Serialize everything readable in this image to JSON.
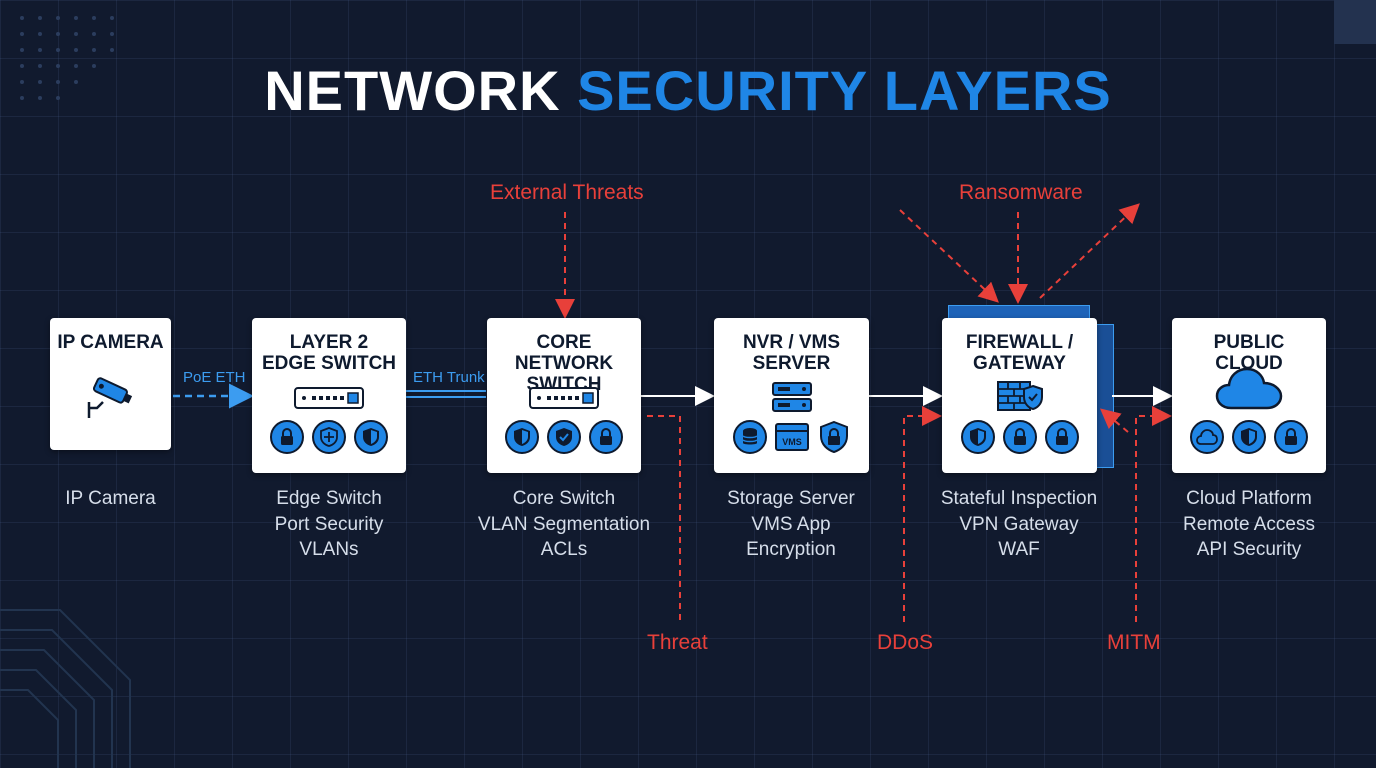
{
  "title": {
    "part1": "NETWORK",
    "part2": "SECURITY LAYERS"
  },
  "colors": {
    "background": "#111a2e",
    "accent": "#1f86e6",
    "threat": "#e8403a",
    "card": "#ffffff"
  },
  "nodes": [
    {
      "name": "IP CAMERA",
      "desc": [
        "IP Camera"
      ],
      "icon": "cctv-camera-icon",
      "small_icons": []
    },
    {
      "name": "LAYER 2\nEDGE SWITCH",
      "desc": [
        "Edge Switch",
        "Port Security",
        "VLANs"
      ],
      "icon": "switch-icon",
      "small_icons": [
        "lock-icon",
        "move-shield-icon",
        "shield-icon"
      ]
    },
    {
      "name": "CORE NETWORK\nSWITCH",
      "desc": [
        "Core Switch",
        "VLAN Segmentation",
        "ACLs"
      ],
      "icon": "switch-icon",
      "small_icons": [
        "shield-icon",
        "shield-check-icon",
        "lock-icon"
      ]
    },
    {
      "name": "NVR / VMS\nSERVER",
      "desc": [
        "Storage Server",
        "VMS App",
        "Encryption"
      ],
      "icon": "server-icon",
      "small_icons": [
        "database-icon",
        "vms-window-icon",
        "lock-shield-icon"
      ],
      "vms_text": "VMS"
    },
    {
      "name": "FIREWALL /\nGATEWAY",
      "desc": [
        "Stateful Inspection",
        "VPN Gateway",
        "WAF"
      ],
      "icon": "firewall-icon",
      "small_icons": [
        "shield-icon",
        "lock-icon",
        "lock-icon"
      ]
    },
    {
      "name": "PUBLIC CLOUD",
      "desc": [
        "Cloud Platform",
        "Remote Access",
        "API Security"
      ],
      "icon": "cloud-icon",
      "small_icons": [
        "cloud-icon",
        "shield-icon",
        "lock-icon"
      ]
    }
  ],
  "links": [
    {
      "label": "PoE ETH"
    },
    {
      "label": "ETH Trunk"
    }
  ],
  "threats": {
    "external": "External Threats",
    "ransomware": "Ransomware",
    "threat": "Threat",
    "ddos": "DDoS",
    "mitm": "MITM"
  }
}
